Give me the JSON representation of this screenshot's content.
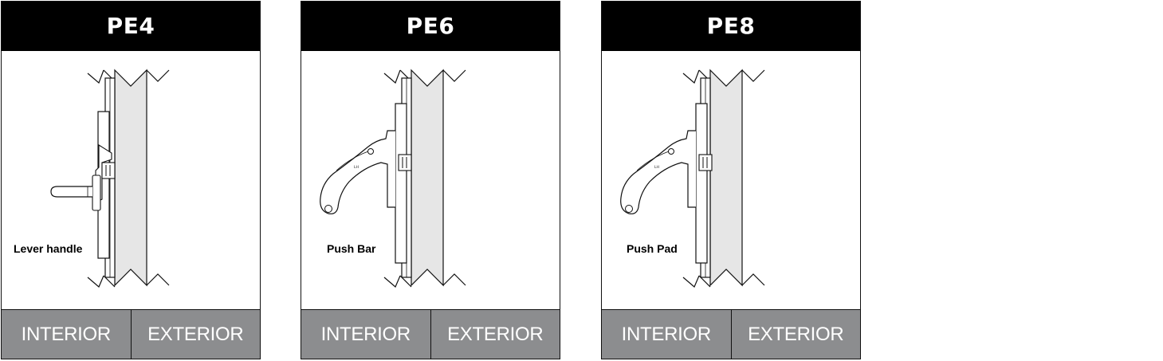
{
  "cards": [
    {
      "title": "PE4",
      "caption": "Lever handle",
      "interior_label": "INTERIOR",
      "exterior_label": "EXTERIOR",
      "handle_type": "lever-handle-icon"
    },
    {
      "title": "PE6",
      "caption": "Push Bar",
      "interior_label": "INTERIOR",
      "exterior_label": "EXTERIOR",
      "handle_type": "push-bar-icon"
    },
    {
      "title": "PE8",
      "caption": "Push Pad",
      "interior_label": "INTERIOR",
      "exterior_label": "EXTERIOR",
      "handle_type": "push-pad-icon"
    }
  ],
  "colors": {
    "header_bg": "#000000",
    "footer_bg": "#8c8d8f",
    "door_fill": "#e6e6e6"
  }
}
